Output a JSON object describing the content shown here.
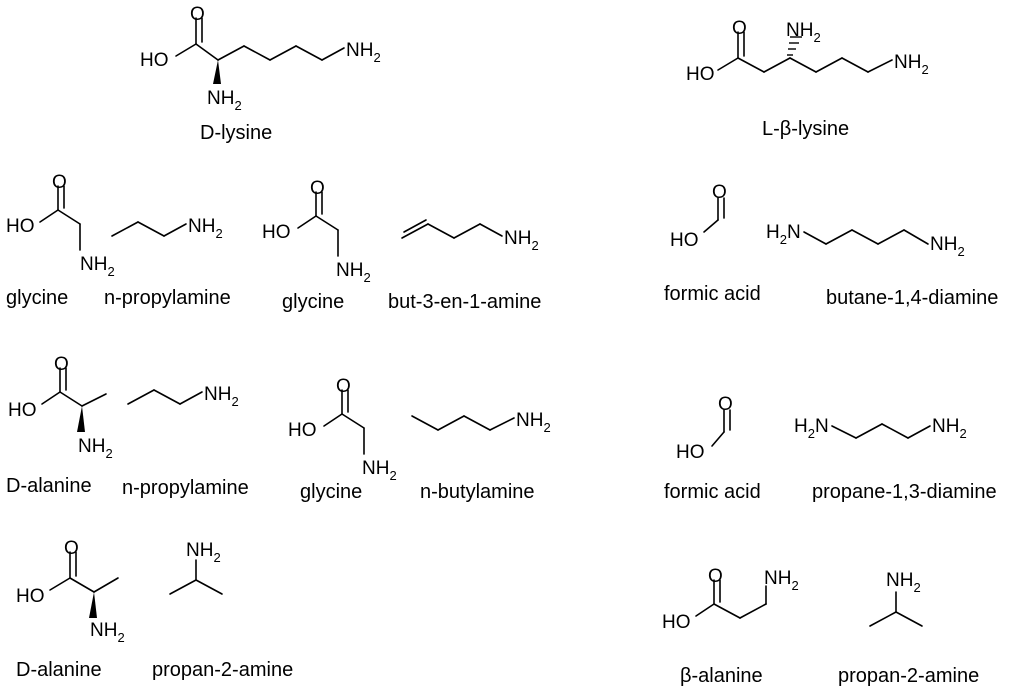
{
  "atoms": {
    "ho": "HO",
    "o": "O",
    "nh": "NH",
    "h": "H",
    "n": "N",
    "sub2": "2"
  },
  "molecules": {
    "d_lysine": "D-lysine",
    "l_beta_lysine": "L-β-lysine",
    "glycine": "glycine",
    "n_propylamine": "n-propylamine",
    "but_3_en_1_amine": "but-3-en-1-amine",
    "formic_acid": "formic acid",
    "butane_1_4_diamine": "butane-1,4-diamine",
    "d_alanine": "D-alanine",
    "n_butylamine": "n-butylamine",
    "propane_1_3_diamine": "propane-1,3-diamine",
    "propan_2_amine": "propan-2-amine",
    "beta_alanine": "β-alanine"
  },
  "colors": {
    "ink": "#000000",
    "background": "#ffffff"
  }
}
